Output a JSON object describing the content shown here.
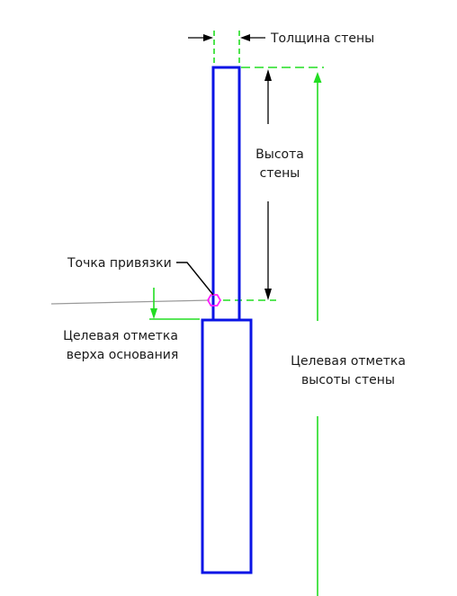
{
  "labels": {
    "wall_thickness": "Толщина стены",
    "wall_height_line1": "Высота",
    "wall_height_line2": "стены",
    "snap_point": "Точка привязки",
    "base_top_target_line1": "Целевая отметка",
    "base_top_target_line2": "верха основания",
    "wall_height_target_line1": "Целевая отметка",
    "wall_height_target_line2": "высоты стены"
  },
  "colors": {
    "wall_outline": "#0a14e6",
    "dimension_lines": "#22dd22",
    "arrows": "#000000",
    "snap_marker": "#ff22ff",
    "reference_line": "#9a9a9a",
    "text": "#1a1a1a"
  },
  "icons": {
    "snap_marker": "hexagon-marker"
  }
}
